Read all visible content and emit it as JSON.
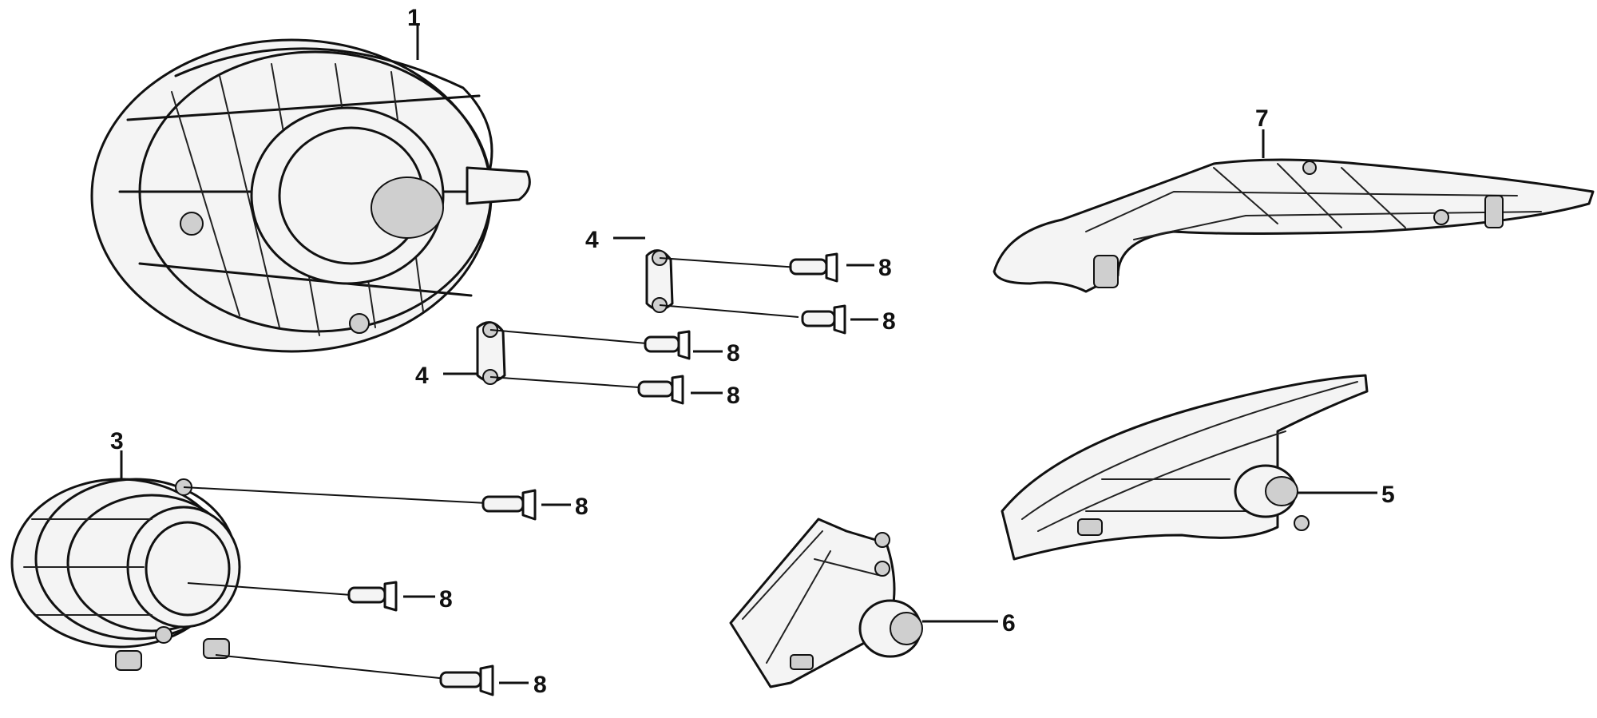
{
  "callouts": {
    "c1": "1",
    "c3": "3",
    "c4a": "4",
    "c4b": "4",
    "c5": "5",
    "c6": "6",
    "c7": "7",
    "c8a": "8",
    "c8b": "8",
    "c8c": "8",
    "c8d": "8",
    "c8e": "8",
    "c8f": "8",
    "c8g": "8"
  }
}
